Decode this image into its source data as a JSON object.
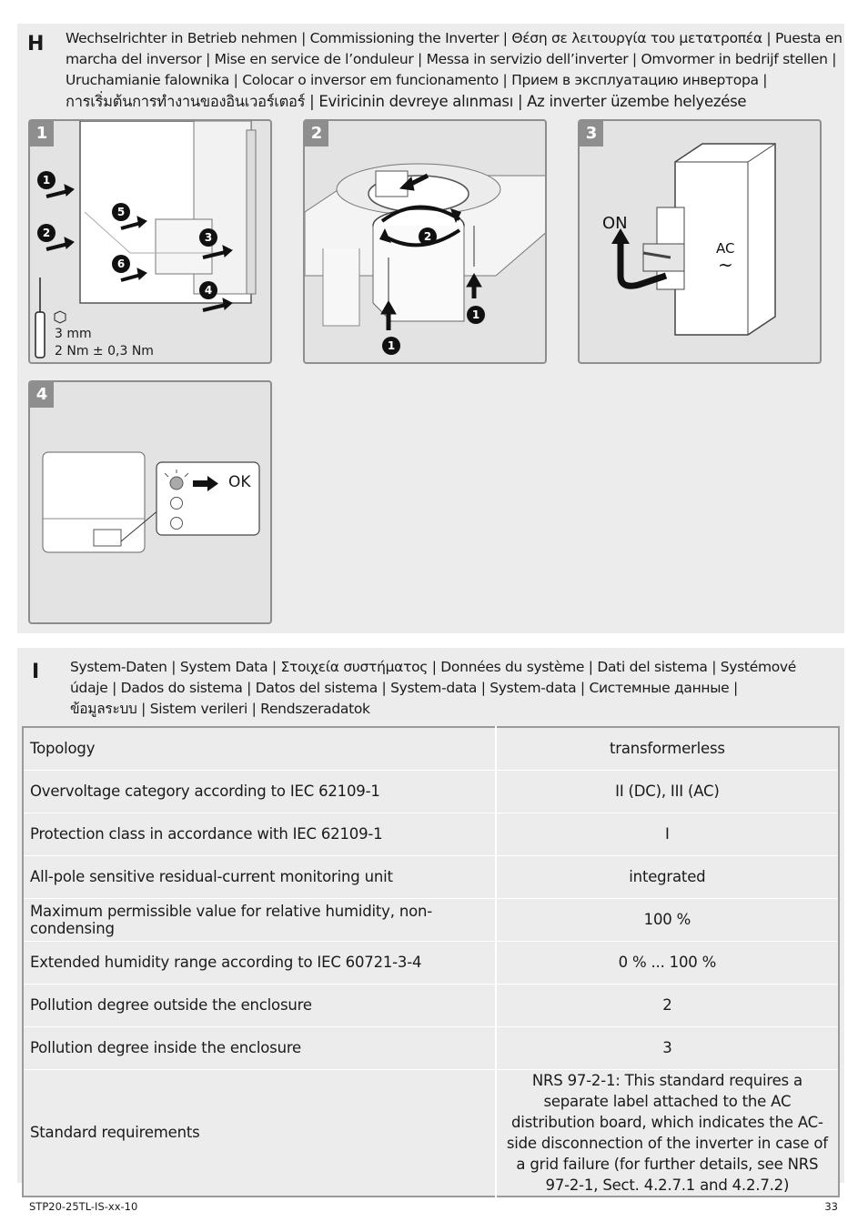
{
  "section_h": {
    "letter": "H",
    "heading_lines": [
      "Wechselrichter in Betrieb nehmen | Commissioning the Inverter | Θέση σε λειτουργία του μετατροπέα | Puesta en",
      "marcha del inversor | Mise en service de l’onduleur | Messa in servizio dell’inverter | Omvormer in bedrijf stellen |",
      "Uruchamianie falownika | Colocar o inversor em funcionamento | Прием в эксплуатацию инвертора |",
      "การเริ่มต้นการทำงานของอินเวอร์เตอร์ | Eviricinin devreye alınması | Az inverter üzembe helyezése"
    ],
    "panels": [
      {
        "number": "1",
        "tool_size": "3 mm",
        "torque": "2 Nm ± 0,3 Nm",
        "step_numbers": [
          "1",
          "2",
          "3",
          "4",
          "5",
          "6"
        ]
      },
      {
        "number": "2",
        "step_numbers": [
          "1",
          "2",
          "1"
        ]
      },
      {
        "number": "3",
        "switch_on_label": "ON",
        "switch_ac_label": "AC",
        "switch_symbol": "~"
      },
      {
        "number": "4",
        "ok_label": "OK"
      }
    ]
  },
  "section_i": {
    "letter": "I",
    "heading_lines": [
      "System-Daten | System Data | Στοιχεία συστήματος | Données du système | Dati del sistema | Systémové",
      "údaje | Dados do sistema | Datos del sistema | System-data | System-data | Системные данные |",
      "ข้อมูลระบบ | Sistem verileri | Rendszeradatok"
    ],
    "table_rows": [
      {
        "label": "Topology",
        "value": "transformerless"
      },
      {
        "label": "Overvoltage category according to IEC 62109-1",
        "value": "II (DC), III (AC)"
      },
      {
        "label": "Protection class in accordance with IEC 62109-1",
        "value": "I"
      },
      {
        "label": "All-pole sensitive residual-current monitoring unit",
        "value": "integrated"
      },
      {
        "label": "Maximum permissible value for relative humidity, non-condensing",
        "value": "100 %"
      },
      {
        "label": "Extended humidity range according to IEC 60721-3-4",
        "value": "0 % ... 100 %"
      },
      {
        "label": "Pollution degree outside the enclosure",
        "value": "2"
      },
      {
        "label": "Pollution degree inside the enclosure",
        "value": "3"
      },
      {
        "label": "Standard requirements",
        "value": "NRS 97-2-1: This standard requires a separate label attached to the AC distribution board, which indicates the AC-side disconnection of the inverter in case of a grid failure (for further details, see NRS 97-2-1, Sect. 4.2.7.1 and 4.2.7.2)"
      }
    ]
  },
  "footer": {
    "doc_id": "STP20-25TL-IS-xx-10",
    "page_number": "33"
  },
  "icons": [
    "screwdriver-icon",
    "hexagon-icon",
    "arrow-icon",
    "led-icon",
    "circuit-breaker-icon"
  ],
  "colors": {
    "section_bg": "#ececec",
    "panel_border": "#8e8e8e",
    "panel_bg": "#e3e3e3"
  }
}
